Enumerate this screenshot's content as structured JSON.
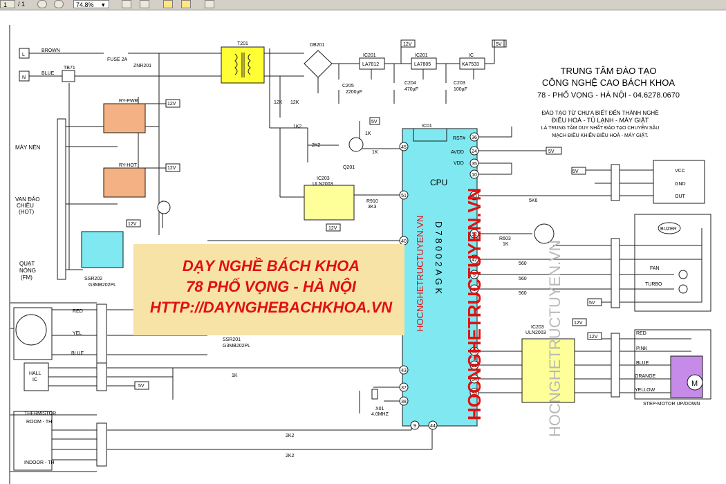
{
  "toolbar": {
    "page_current": "1",
    "page_total": "/ 1",
    "zoom": "74.8%",
    "icons": [
      "zoom-out-icon",
      "zoom-in-icon",
      "zoom-dropdown-icon",
      "save-icon",
      "print-icon",
      "comment-icon",
      "highlight-icon",
      "select-icon"
    ]
  },
  "header": {
    "org_line1": "TRUNG TÂM ĐÀO TẠO",
    "org_line2": "CÔNG NGHỆ CAO BÁCH KHOA",
    "address": "78 - PHỐ VỌNG - HÀ NỘI - 04.6278.0670",
    "tag1": "ĐÀO TẠO TỪ CHƯA BIẾT ĐẾN THÀNH NGHỀ",
    "tag2": "ĐIỀU HOÀ - TỦ LẠNH - MÁY GIẶT",
    "tag3": "LÀ TRUNG TÂM DUY NHẤT ĐÀO TẠO CHUYÊN SÂU",
    "tag4": "MẠCH ĐIỀU KHIỂN ĐIỀU HOÀ - MÁY GIẶT."
  },
  "banner": {
    "line1": "DẠY NGHỀ BÁCH KHOA",
    "line2": "78 PHỐ VỌNG - HÀ NỘI",
    "line3": "HTTP://DAYNGHEBACHKHOA.VN",
    "bg": "#f8e3a6",
    "text_color": "#e01010"
  },
  "watermarks": {
    "red": "HOCNGHETRUCTUYEN.VN",
    "small": "HOCNGHETRUCTUYEN.VN",
    "gray": "HOCNGHETRUCTUYEN.VN"
  },
  "colors": {
    "cpu": "#7fe8f0",
    "transformer": "#ffff33",
    "relay": "#f4b183",
    "uln": "#ffff99",
    "motor": "#c68ae8",
    "wire": "#1a1a1a"
  },
  "cpu": {
    "label": "CPU",
    "part": "D78002AGK",
    "pins_left": [
      "45",
      "51",
      "40",
      "43",
      "37",
      "38"
    ],
    "pins_right": [
      "36",
      "24",
      "35",
      "10",
      "43",
      "52",
      "42",
      "5",
      "3",
      "56",
      "55",
      "54",
      "53"
    ],
    "pins_bottom": [
      "9",
      "44"
    ]
  },
  "labels": {
    "L": "L",
    "N": "N",
    "brown": "BROWN",
    "blue": "BLUE",
    "tb71": "TB71",
    "fuse": "FUSE 2A",
    "znr": "ZNR201",
    "t201": "T201",
    "db201": "DB201",
    "ic201a": "IC201",
    "la7812": "LA7812",
    "ic201b": "IC201",
    "la7805": "LA7805",
    "ic": "IC",
    "ka7533": "KA7533",
    "v12": "12V",
    "v5": "5V",
    "c205": "C205",
    "c205v": "2200µF",
    "c204": "C204",
    "c204v": "470µF",
    "c203": "C203",
    "c203v": "100µF",
    "ry_pwr": "RY-PWR",
    "ry_hot": "RY-HOT",
    "may_nen": "MÁY NÉN",
    "van1": "VAN ĐẢO",
    "van2": "CHIỀU",
    "van3": "(HOT)",
    "quat1": "QUẠT",
    "quat2": "NÓNG",
    "quat3": "(FM)",
    "r12k": "12K",
    "r1k2": "1K2",
    "r2k2": "2K2",
    "r1k": "1K",
    "q201": "Q201",
    "ic203": "IC203",
    "uln2003": "ULN2003",
    "r910": "R910",
    "r3k3": "3K3",
    "ssr202": "SSR202",
    "g3mb": "G3MB202PL",
    "ssr201": "SSR201",
    "red": "RED",
    "yel": "YEL",
    "hall1": "HALL",
    "hall2": "IC",
    "thermistor": "THERMISTOR",
    "room_th": "ROOM - TH",
    "indoor_th": "INDOOR - TH",
    "x01": "X01",
    "x01v": "4.0MHZ",
    "ic01": "IC01",
    "rst": "RST#",
    "avdd": "AVDD",
    "vdd": "VDD",
    "r5k6": "5K6",
    "r603": "R603",
    "r560": "560",
    "vcc": "VCC",
    "gnd": "GND",
    "out": "OUT",
    "buzer": "BUZER",
    "fan": "FAN",
    "turbo": "TURBO",
    "pink": "PINK",
    "orange": "ORANGE",
    "yellow": "YELLOW",
    "m": "M",
    "step_motor": "STEP-MOTOR UP/DOWN"
  }
}
